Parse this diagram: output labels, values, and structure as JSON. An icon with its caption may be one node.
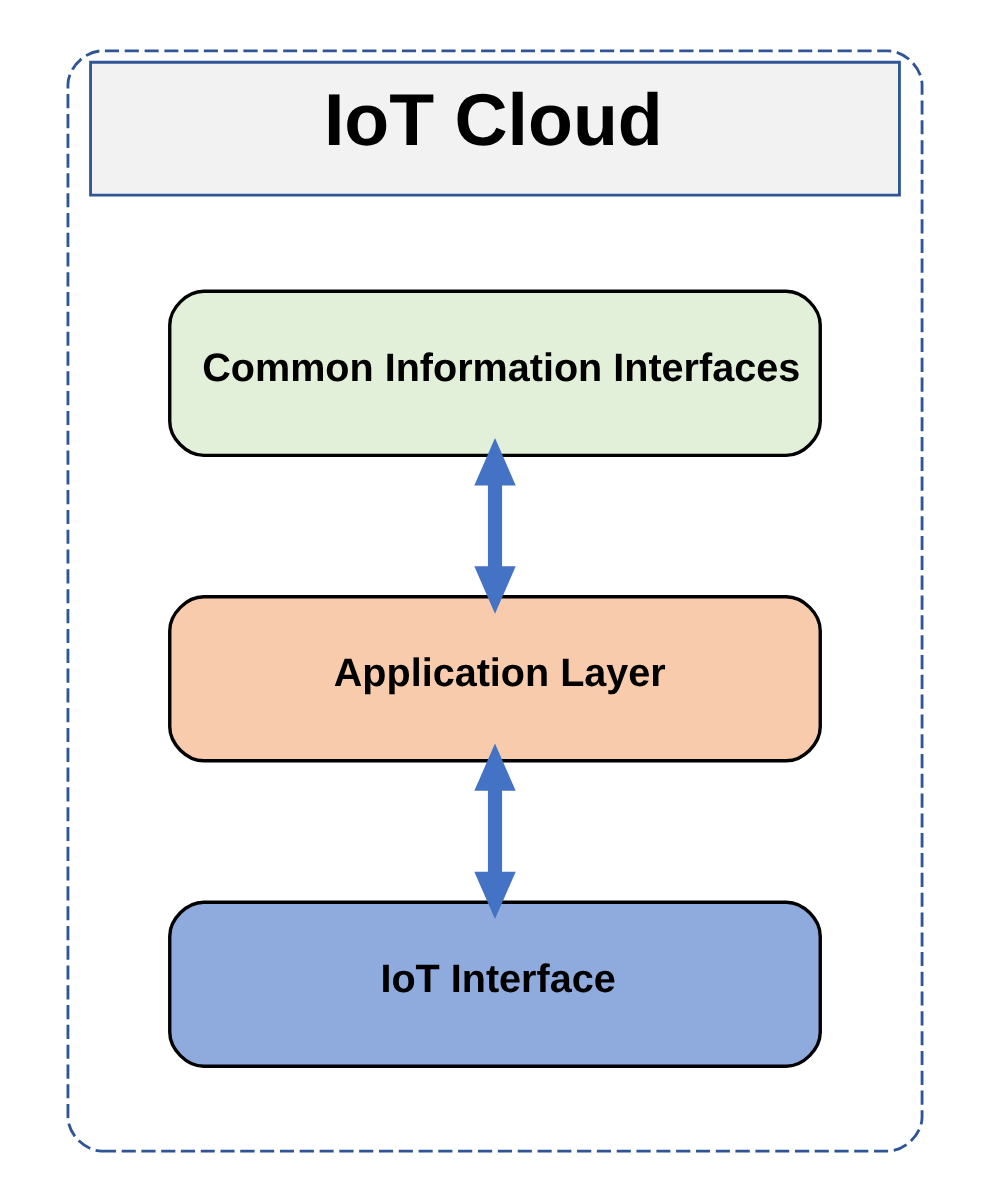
{
  "diagram": {
    "nodes": [
      {
        "text": [
          "IoT Cloud"
        ]
      },
      {
        "text": [
          "Common Information Interfaces"
        ],
        "in": 0
      },
      {
        "text": [
          "Application Layer"
        ],
        "in": 0
      },
      {
        "text": [
          "IoT Interface"
        ],
        "in": 0
      }
    ],
    "edges": [
      {
        "from": 1,
        "to": 2,
        "arrow": "both"
      },
      {
        "from": 2,
        "to": 3,
        "arrow": "both"
      }
    ]
  }
}
